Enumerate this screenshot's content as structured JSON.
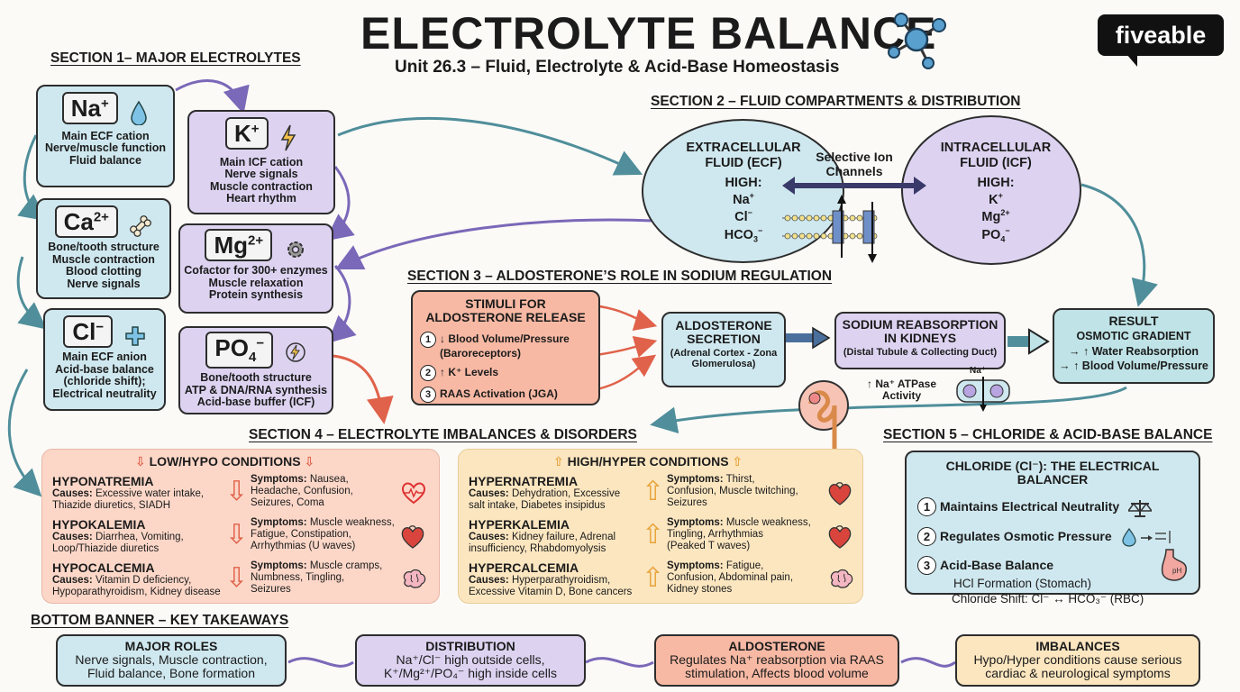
{
  "header": {
    "title": "ELECTROLYTE BALANCE",
    "subtitle": "Unit 26.3 – Fluid, Electrolyte & Acid-Base Homeostasis",
    "logo": "fiveable",
    "logo_icon": "molecule-icon"
  },
  "section1": {
    "title": "SECTION 1– MAJOR ELECTROLYTES",
    "na": {
      "lines": [
        "Main ECF cation",
        "Nerve/muscle function",
        "Fluid balance"
      ],
      "icon": "water-drop-icon"
    },
    "k": {
      "lines": [
        "Main ICF cation",
        "Nerve signals",
        "Muscle contraction",
        "Heart rhythm"
      ],
      "icon": "lightning-icon"
    },
    "ca": {
      "lines": [
        "Bone/tooth structure",
        "Muscle contraction",
        "Blood clotting",
        "Nerve signals"
      ],
      "icon": "bone-icon"
    },
    "mg": {
      "lines": [
        "Cofactor for 300+ enzymes",
        "Muscle relaxation",
        "Protein synthesis"
      ],
      "icon": "gear-icon"
    },
    "cl": {
      "lines": [
        "Main ECF anion",
        "Acid-base balance",
        "(chloride shift);",
        "Electrical neutrality"
      ],
      "icon": "plus-icon"
    },
    "po4": {
      "lines": [
        "Bone/tooth structure",
        "ATP & DNA/RNA synthesis",
        "Acid-base buffer (ICF)"
      ],
      "icon": "lightning-icon"
    }
  },
  "section2": {
    "title": "SECTION 2 – FLUID COMPARTMENTS & DISTRIBUTION",
    "ecf": {
      "title1": "EXTRACELLULAR",
      "title2": "FLUID (ECF)",
      "high": "HIGH:"
    },
    "icf": {
      "title1": "INTRACELLULAR",
      "title2": "FLUID (ICF)",
      "high": "HIGH:"
    },
    "channels1": "Selective Ion",
    "channels2": "Channels"
  },
  "section3": {
    "title": "SECTION 3 – ALDOSTERONE’S ROLE IN SODIUM REGULATION",
    "stimuli_title1": "STIMULI FOR",
    "stimuli_title2": "ALDOSTERONE RELEASE",
    "stim1a": "↓ Blood Volume/Pressure",
    "stim1b": "(Baroreceptors)",
    "stim2": "↑ K⁺ Levels",
    "stim3": "RAAS Activation (JGA)",
    "secretion1": "ALDOSTERONE",
    "secretion2": "SECRETION",
    "secretion3": "(Adrenal Cortex - Zona",
    "secretion4": "Glomerulosa)",
    "reabs1": "SODIUM REABSORPTION",
    "reabs2": "IN KIDNEYS",
    "reabs3": "(Distal Tubule & Collecting Duct)",
    "atpase1": "↑ Na⁺ ATPase",
    "atpase2": "Activity",
    "pump_label": "Na⁺",
    "result_title": "RESULT",
    "result1": "OSMOTIC GRADIENT",
    "result2": "→ ↑ Water Reabsorption",
    "result3": "→ ↑ Blood Volume/Pressure"
  },
  "section4": {
    "title": "SECTION 4 – ELECTROLYTE IMBALANCES & DISORDERS",
    "low_title": "LOW/HYPO CONDITIONS",
    "high_title": "HIGH/HYPER CONDITIONS",
    "low": [
      {
        "name": "HYPONATREMIA",
        "causes": "Excessive water intake,",
        "causes2": "Thiazide diuretics, SIADH",
        "sym1": "Nausea,",
        "sym2": "Headache, Confusion,",
        "sym3": "Seizures, Coma",
        "icon": "heart-monitor-icon"
      },
      {
        "name": "HYPOKALEMIA",
        "causes": "Diarrhea, Vomiting,",
        "causes2": "Loop/Thiazide diuretics",
        "sym1": "Muscle weakness,",
        "sym2": "Fatigue, Constipation,",
        "sym3": "Arrhythmias (U waves)",
        "icon": "heart-icon"
      },
      {
        "name": "HYPOCALCEMIA",
        "causes": "Vitamin D deficiency,",
        "causes2": "Hypoparathyroidism, Kidney disease",
        "sym1": "Muscle cramps,",
        "sym2": "Numbness, Tingling,",
        "sym3": "Seizures",
        "icon": "brain-icon"
      }
    ],
    "high": [
      {
        "name": "HYPERNATREMIA",
        "causes": "Dehydration, Excessive",
        "causes2": "salt intake, Diabetes insipidus",
        "sym1": "Thirst,",
        "sym2": "Confusion, Muscle twitching,",
        "sym3": "Seizures",
        "icon": "heart-icon"
      },
      {
        "name": "HYPERKALEMIA",
        "causes": "Kidney failure, Adrenal",
        "causes2": "insufficiency, Rhabdomyolysis",
        "sym1": "Muscle weakness,",
        "sym2": "Tingling, Arrhythmias",
        "sym3": "(Peaked T waves)",
        "icon": "heart-icon"
      },
      {
        "name": "HYPERCALCEMIA",
        "causes": "Hyperparathyroidism,",
        "causes2": "Excessive Vitamin D, Bone cancers",
        "sym1": "Fatigue,",
        "sym2": "Confusion, Abdominal pain,",
        "sym3": "Kidney stones",
        "icon": "brain-icon"
      }
    ],
    "causes_label": "Causes:",
    "symptoms_label": "Symptoms:"
  },
  "section5": {
    "title": "SECTION 5 – CHLORIDE & ACID-BASE BALANCE",
    "box_title": "CHLORIDE (Cl⁻): THE ELECTRICAL BALANCER",
    "item1": "Maintains Electrical Neutrality",
    "item2": "Regulates Osmotic Pressure",
    "item3": "Acid-Base Balance",
    "sub1": "HCl Formation (Stomach)",
    "sub2": "Chloride Shift: Cl⁻ ↔ HCO₃⁻ (RBC)",
    "icons": [
      "scale-icon",
      "water-drop-icon",
      "stomach-icon"
    ]
  },
  "banner": {
    "title": "BOTTOM BANNER – KEY TAKEAWAYS",
    "items": [
      {
        "title": "MAJOR ROLES",
        "l1": "Nerve signals, Muscle contraction,",
        "l2": "Fluid balance, Bone formation",
        "color": "#cfe8ef"
      },
      {
        "title": "DISTRIBUTION",
        "l1": "Na⁺/Cl⁻ high outside cells,",
        "l2": "K⁺/Mg²⁺/PO₄⁻ high inside cells",
        "color": "#ddd3f1"
      },
      {
        "title": "ALDOSTERONE",
        "l1": "Regulates Na⁺ reabsorption via RAAS",
        "l2": "stimulation, Affects blood volume",
        "color": "#f7b9a4"
      },
      {
        "title": "IMBALANCES",
        "l1": "Hypo/Hyper conditions cause serious",
        "l2": "cardiac & neurological symptoms",
        "color": "#fbe6c0"
      }
    ]
  }
}
